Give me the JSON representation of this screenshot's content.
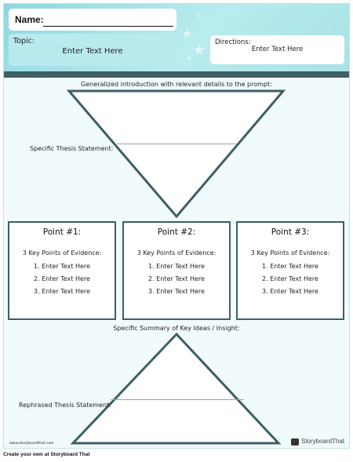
{
  "header": {
    "name_label": "Name:",
    "topic_label": "Topic:",
    "topic_value": "Enter Text Here",
    "directions_label": "Directions:",
    "directions_value": "Enter Text Here"
  },
  "introduction": {
    "prompt": "Generalized introduction with relevant details to the prompt:",
    "thesis_label": "Specific Thesis Statement:"
  },
  "points": [
    {
      "title": "Point #1:",
      "subtitle": "3 Key Points of Evidence:",
      "items": [
        "1. Enter Text Here",
        "2. Enter Text Here",
        "3. Enter Text Here"
      ]
    },
    {
      "title": "Point #2:",
      "subtitle": "3 Key Points of Evidence:",
      "items": [
        "1. Enter Text Here",
        "2. Enter Text Here",
        "3. Enter Text Here"
      ]
    },
    {
      "title": "Point #3:",
      "subtitle": "3 Key Points of Evidence:",
      "items": [
        "1. Enter Text Here",
        "2. Enter Text Here",
        "3. Enter Text Here"
      ]
    }
  ],
  "conclusion": {
    "prompt": "Specific Summary of Key Ideas / Insight:",
    "thesis_label": "Rephrased Thesis Statement:"
  },
  "branding": {
    "site": "www.storyboardthat.com",
    "logo_icon": "storyboard-that-logo-icon",
    "logo_text": "StoryboardThat"
  },
  "footer": {
    "text": "Create your own at Storyboard That"
  },
  "colors": {
    "header_gradient": "#8fd8e0",
    "accent_dark": "#3f5e66",
    "page_background": "#f1fbfc"
  }
}
